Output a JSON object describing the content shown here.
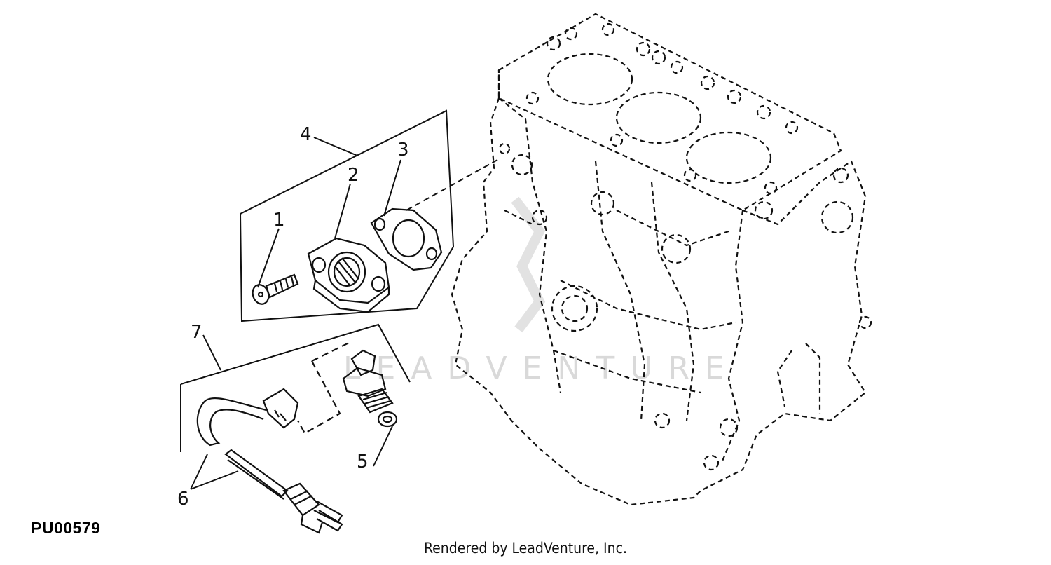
{
  "figure": {
    "id": "PU00579",
    "credit": "Rendered by LeadVenture, Inc.",
    "watermark": "LEADVENTURE"
  },
  "callouts": [
    {
      "label": "1",
      "part": "cap-screw"
    },
    {
      "label": "2",
      "part": "flange-adapter"
    },
    {
      "label": "3",
      "part": "gasket"
    },
    {
      "label": "4",
      "part": "adapter-kit-group"
    },
    {
      "label": "5",
      "part": "temperature-sensor"
    },
    {
      "label": "6",
      "part": "wiring-harness-pair"
    },
    {
      "label": "7",
      "part": "sensor-kit-group"
    }
  ],
  "colors": {
    "line": "#111111",
    "watermark": "#d9d9d9",
    "background": "#ffffff"
  }
}
